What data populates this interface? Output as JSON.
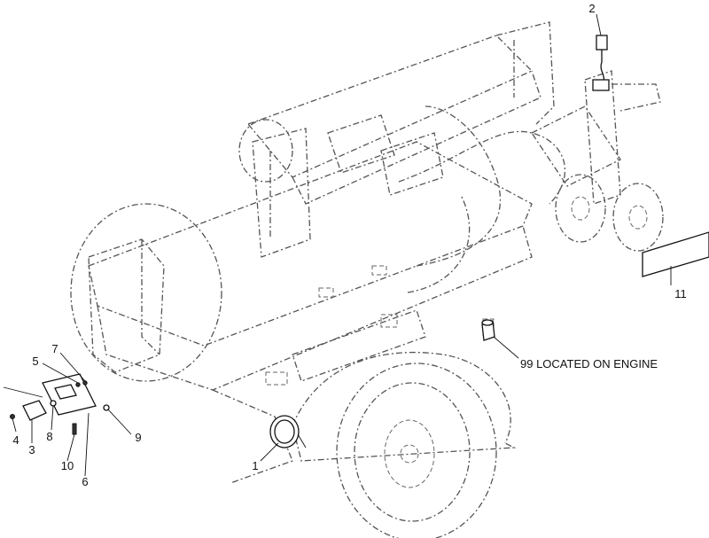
{
  "callouts": {
    "c1": "1",
    "c2": "2",
    "c3": "3",
    "c4": "4",
    "c5": "5",
    "c6": "6",
    "c7": "7",
    "c8": "8",
    "c9": "9",
    "c10": "10",
    "c11": "11"
  },
  "note": "99 LOCATED ON ENGINE"
}
